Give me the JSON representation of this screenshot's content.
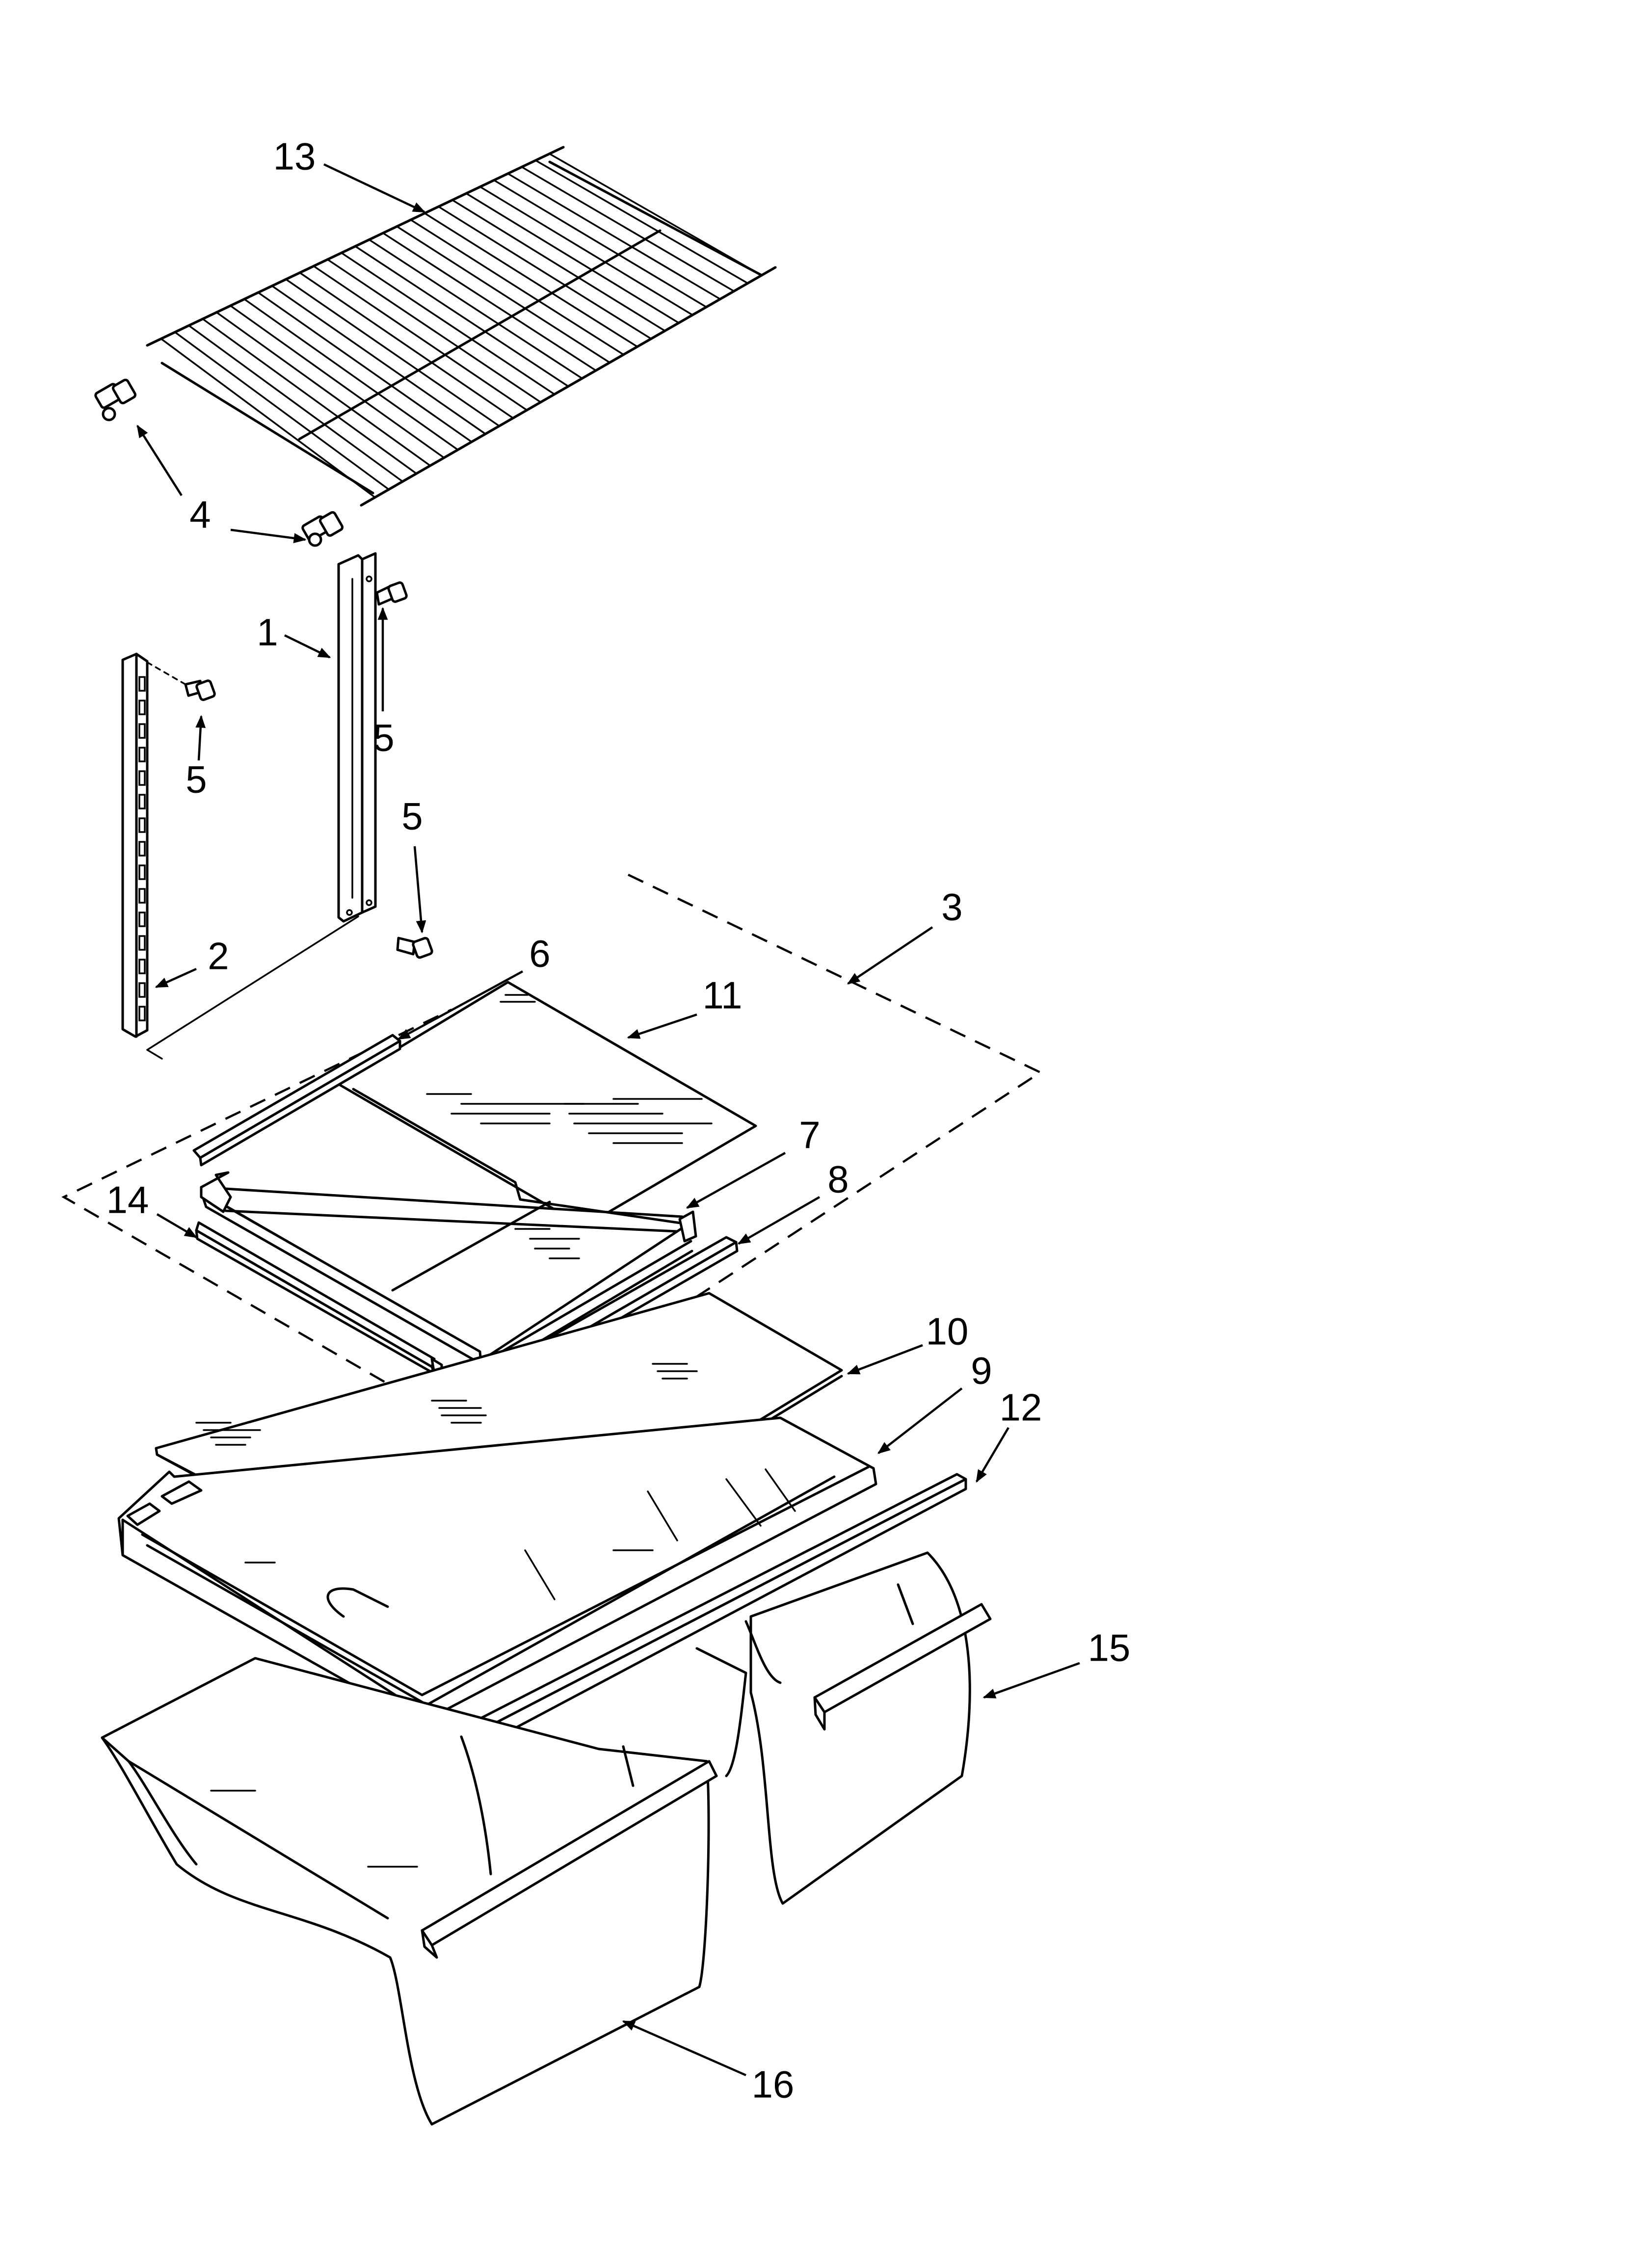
{
  "diagram": {
    "callouts": [
      {
        "id": "13",
        "label": "13"
      },
      {
        "id": "4",
        "label": "4"
      },
      {
        "id": "1",
        "label": "1"
      },
      {
        "id": "5a",
        "label": "5"
      },
      {
        "id": "5b",
        "label": "5"
      },
      {
        "id": "5c",
        "label": "5"
      },
      {
        "id": "2",
        "label": "2"
      },
      {
        "id": "3",
        "label": "3"
      },
      {
        "id": "6",
        "label": "6"
      },
      {
        "id": "11",
        "label": "11"
      },
      {
        "id": "7",
        "label": "7"
      },
      {
        "id": "8",
        "label": "8"
      },
      {
        "id": "14",
        "label": "14"
      },
      {
        "id": "10",
        "label": "10"
      },
      {
        "id": "9",
        "label": "9"
      },
      {
        "id": "12",
        "label": "12"
      },
      {
        "id": "15",
        "label": "15"
      },
      {
        "id": "16",
        "label": "16"
      }
    ]
  }
}
